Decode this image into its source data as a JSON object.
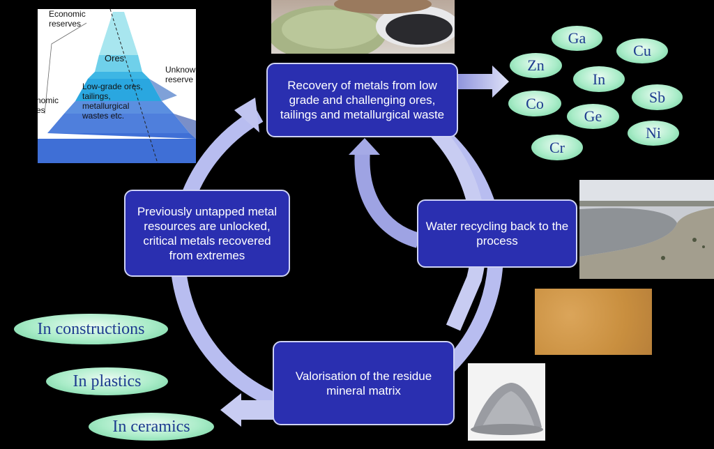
{
  "boxes": {
    "recovery": "Recovery of metals from low grade and challenging ores, tailings and metallurgical waste",
    "water": "Water recycling back to the process",
    "valorisation": "Valorisation of the residue mineral matrix",
    "untapped": "Previously untapped metal resources are unlocked, critical metals recovered from extremes"
  },
  "elements": [
    "Ga",
    "Cu",
    "Zn",
    "In",
    "Co",
    "Sb",
    "Ge",
    "Ni",
    "Cr"
  ],
  "uses": [
    "In constructions",
    "In plastics",
    "In ceramics"
  ],
  "pyramid": {
    "economic_reserves": "Economic\nreserves",
    "ores": "Ores",
    "low_grade": "Low-grade ores,\ntailings,\nmetallurgical\nwastes etc.",
    "unknown_reserves": "Unknow\nreserve",
    "economic_left": "nomic\nes"
  },
  "colors": {
    "box_fill": "#2a2fb0",
    "arrow": "#c4c8ef",
    "oval_text": "#1d3b8f"
  }
}
